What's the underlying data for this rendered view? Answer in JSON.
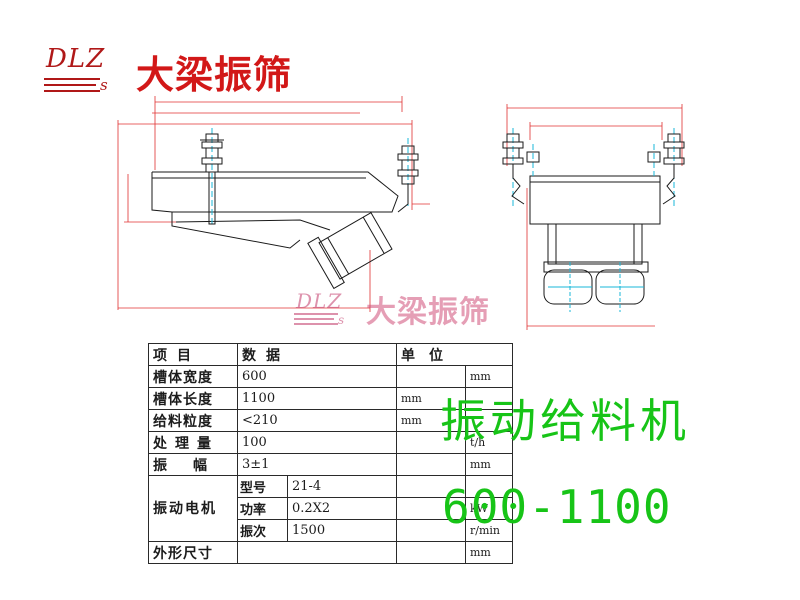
{
  "brand": {
    "logo_letters": "DLZ",
    "logo_subscript": "s",
    "name": "大梁振筛",
    "colors": {
      "logo": "#d21818",
      "watermark": "#d0507a"
    }
  },
  "title": {
    "name": "振动给料机",
    "model": "600-1100",
    "color": "#17c417"
  },
  "drawing": {
    "line_color": "#1a1a1a",
    "dimension_color": "#e03030",
    "centerline_color": "#19b7d9",
    "views": [
      "side-view",
      "end-view"
    ]
  },
  "spec_table": {
    "header": {
      "item": "项目",
      "data": "数据",
      "unit": "单位"
    },
    "rows": [
      {
        "param": "槽体宽度",
        "value": "600",
        "unit": "mm"
      },
      {
        "param": "槽体长度",
        "value": "1100",
        "unit": "mm"
      },
      {
        "param": "给料粒度",
        "value": "<210",
        "unit": "mm"
      },
      {
        "param": "处理量",
        "value": "100",
        "unit": "t/h"
      },
      {
        "param": "振幅",
        "value": "3±1",
        "unit": "mm"
      }
    ],
    "motor": {
      "group_label": "振动电机",
      "rows": [
        {
          "param": "型号",
          "value": "21-4",
          "unit": ""
        },
        {
          "param": "功率",
          "value": "0.2X2",
          "unit": "kW"
        },
        {
          "param": "振次",
          "value": "1500",
          "unit": "r/min"
        }
      ]
    },
    "outline": {
      "param": "外形尺寸",
      "value": "",
      "unit": "mm"
    }
  }
}
